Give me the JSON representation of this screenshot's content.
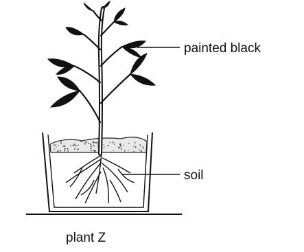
{
  "labels": {
    "leaves": "painted black",
    "soil": "soil",
    "caption": "plant Z"
  },
  "colors": {
    "ink": "#111111",
    "leaf_fill": "#111111",
    "soil_speckle": "#555555",
    "background": "#ffffff"
  }
}
